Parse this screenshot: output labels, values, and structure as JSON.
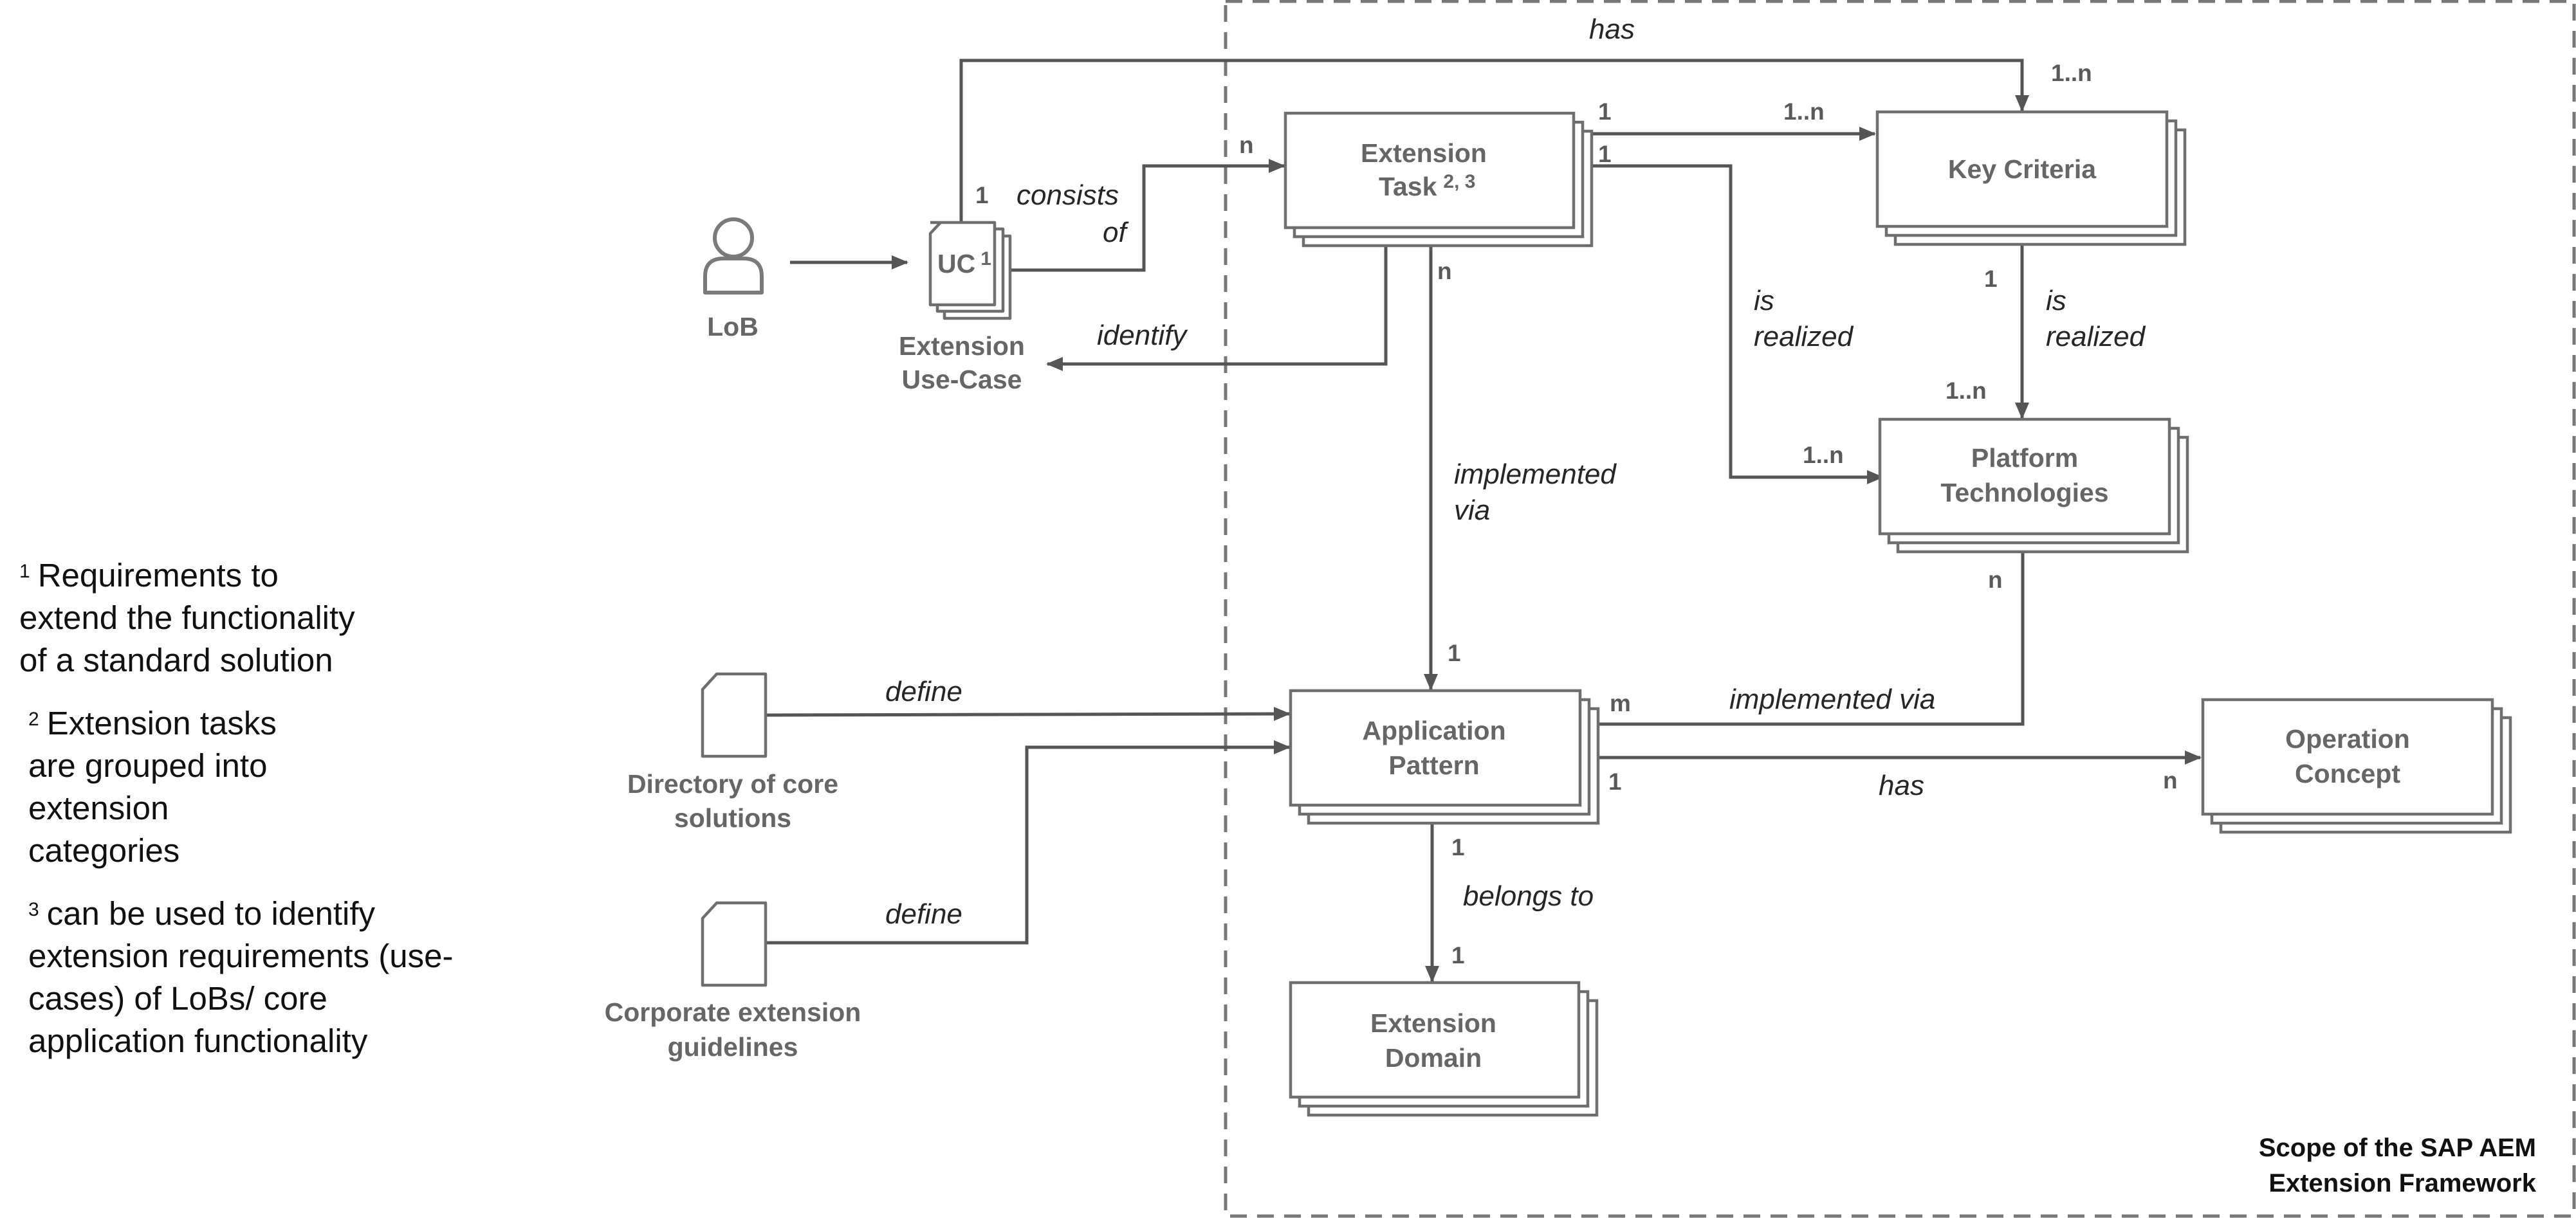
{
  "scope": {
    "line1": "Scope of the SAP AEM",
    "line2": "Extension Framework"
  },
  "actor": {
    "label": "LoB",
    "icon": "person-icon"
  },
  "use_case": {
    "badge": "UC",
    "badge_sup": "1",
    "label_line1": "Extension",
    "label_line2": "Use-Case",
    "icon": "document-stack-icon"
  },
  "documents": [
    {
      "line1": "Directory of core",
      "line2": "solutions",
      "icon": "document-icon"
    },
    {
      "line1": "Corporate extension",
      "line2": "guidelines",
      "icon": "document-icon"
    }
  ],
  "entities": {
    "extension_task": {
      "line1": "Extension",
      "line2": "Task",
      "sup": "2, 3"
    },
    "key_criteria": {
      "line1": "Key Criteria"
    },
    "platform_technologies": {
      "line1": "Platform",
      "line2": "Technologies"
    },
    "application_pattern": {
      "line1": "Application",
      "line2": "Pattern"
    },
    "operation_concept": {
      "line1": "Operation",
      "line2": "Concept"
    },
    "extension_domain": {
      "line1": "Extension",
      "line2": "Domain"
    }
  },
  "relations": {
    "has_top": "has",
    "consists_of_1": "consists",
    "consists_of_2": "of",
    "identify": "identify",
    "is_realized_task_1": "is",
    "is_realized_task_2": "realized",
    "is_realized_criteria_1": "is",
    "is_realized_criteria_2": "realized",
    "implemented_via_1": "implemented",
    "implemented_via_2": "via",
    "define_directory": "define",
    "define_guidelines": "define",
    "implemented_via_pattern": "implemented via",
    "has_operation": "has",
    "belongs_to": "belongs to"
  },
  "multiplicities": {
    "uc_has": "1",
    "criteria_has": "1..n",
    "task_consists": "n",
    "task_to_criteria_src": "1",
    "task_to_criteria_dst": "1..n",
    "task_to_platform_src": "1",
    "task_to_platform_dst": "1..n",
    "task_impl_src": "n",
    "pattern_impl_dst": "1",
    "criteria_realized_src": "1",
    "platform_realized_dst": "1..n",
    "platform_from_pattern": "n",
    "pattern_to_platform_src": "m",
    "pattern_to_operation_src": "1",
    "operation_dst": "n",
    "pattern_domain_src": "1",
    "domain_dst": "1"
  },
  "notes": [
    {
      "sup": "1",
      "lines": [
        "Requirements to",
        "extend the functionality",
        "of a standard solution"
      ]
    },
    {
      "sup": "2",
      "lines": [
        "Extension tasks",
        "are grouped into",
        "extension",
        "categories"
      ]
    },
    {
      "sup": "3",
      "lines": [
        "can be used to identify",
        "extension requirements (use-",
        "cases) of LoBs/ core",
        "application functionality"
      ]
    }
  ]
}
